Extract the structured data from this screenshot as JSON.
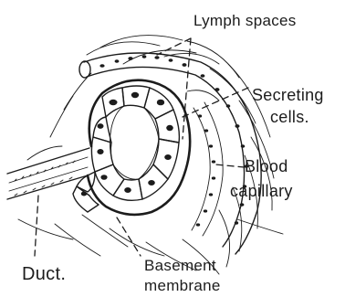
{
  "labels": {
    "lymph_spaces": "Lymph spaces",
    "secreting_cells_1": "Secreting",
    "secreting_cells_2": "cells.",
    "blood_capillary_1": "Blood",
    "blood_capillary_2": "capillary",
    "duct": "Duct.",
    "basement_membrane_1": "Basement",
    "basement_membrane_2": "membrane"
  }
}
